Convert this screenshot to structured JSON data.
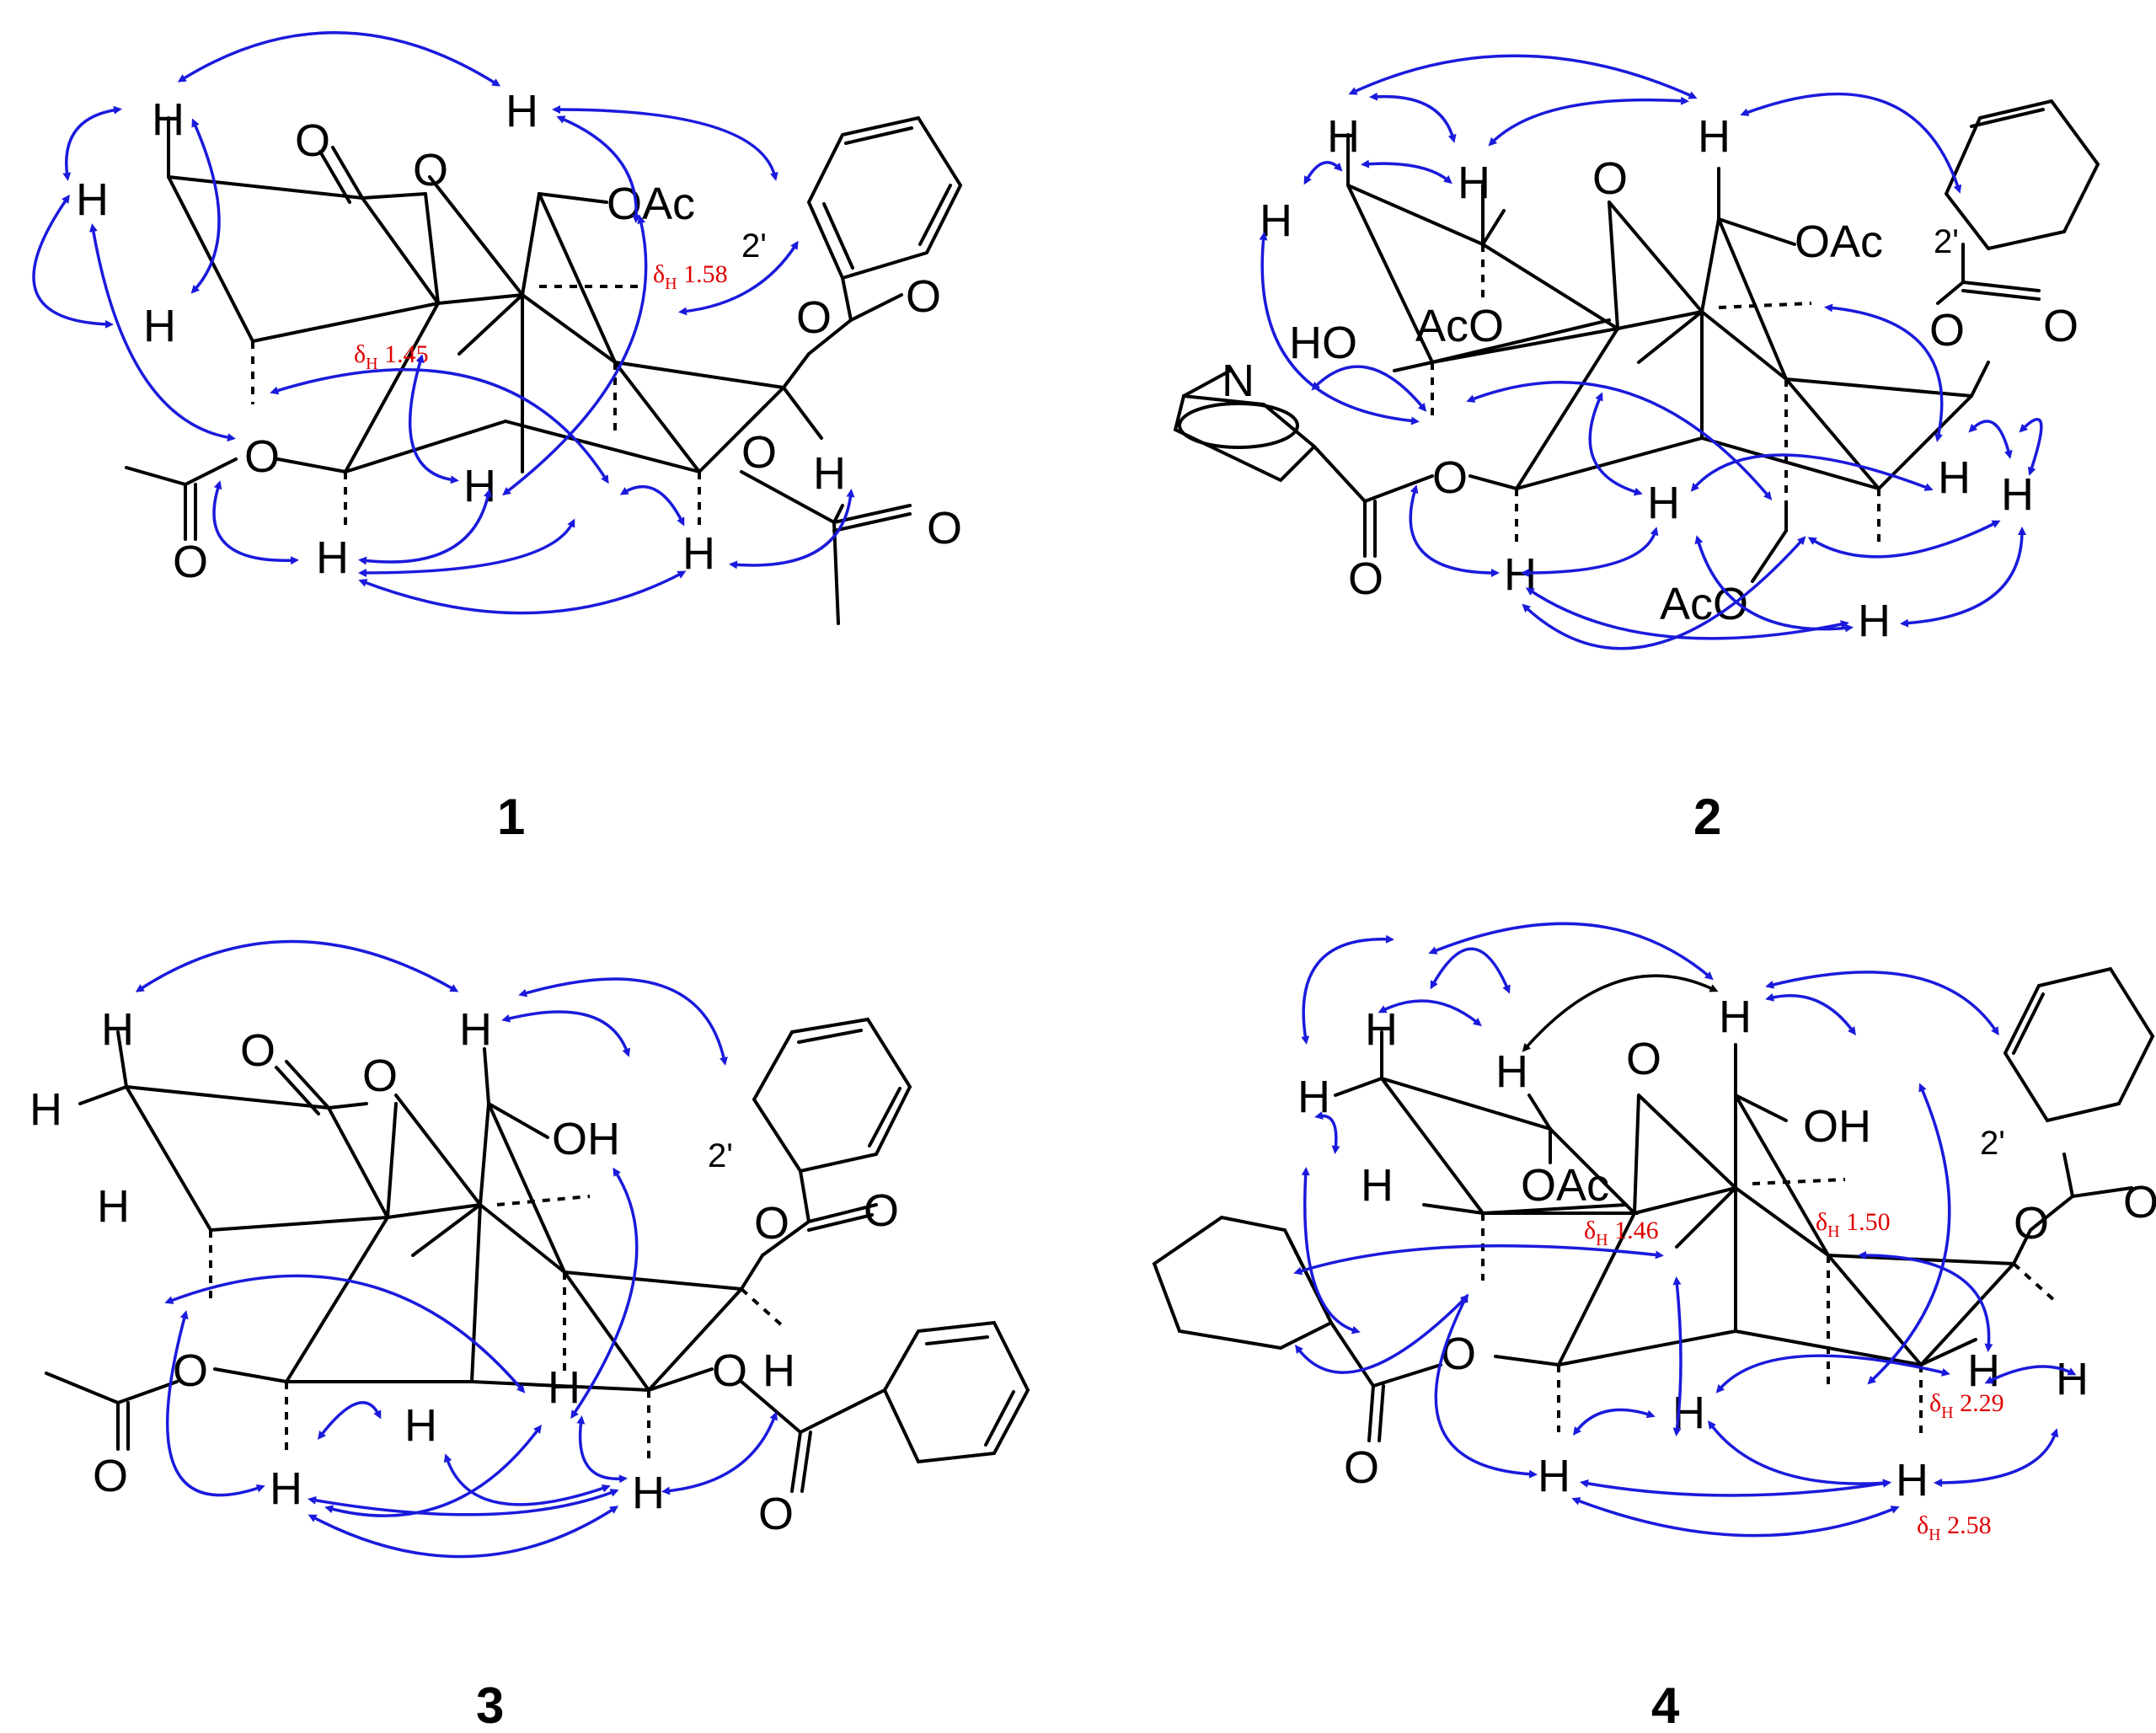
{
  "colors": {
    "noe_arrow": "#1a1adc",
    "noe_arrow_alt": "#000000",
    "shift_label": "#e00000",
    "bond": "#000000"
  },
  "compounds": [
    {
      "number": "1",
      "labels": {
        "oac": "OAc",
        "prime": "2'",
        "o1": "O",
        "o2": "O",
        "o3": "O",
        "o4": "O",
        "o5": "O",
        "o6": "O",
        "o7": "O",
        "o8": "O",
        "h1": "H",
        "h2": "H",
        "h3": "H",
        "h4": "H",
        "h5": "H",
        "h6": "H",
        "h7": "H",
        "h8": "H"
      },
      "shifts": [
        {
          "delta": "δ",
          "sub": "H",
          "value": "1.58"
        },
        {
          "delta": "δ",
          "sub": "H",
          "value": "1.45"
        }
      ]
    },
    {
      "number": "2",
      "labels": {
        "oac": "OAc",
        "oac2": "AcO",
        "oac3": "AcO",
        "ho": "HO",
        "n": "N",
        "prime": "2'",
        "o1": "O",
        "o2": "O",
        "o3": "O",
        "o4": "O",
        "o5": "O",
        "h1": "H",
        "h2": "H",
        "h3": "H",
        "h4": "H",
        "h5": "H",
        "h6": "H",
        "h7": "H",
        "h8": "H",
        "h9": "H"
      },
      "shifts": []
    },
    {
      "number": "3",
      "labels": {
        "oh": "OH",
        "prime": "2'",
        "o1": "O",
        "o2": "O",
        "o3": "O",
        "o4": "O",
        "o5": "O",
        "o6": "O",
        "o7": "O",
        "o8": "O",
        "h1": "H",
        "h2": "H",
        "h3": "H",
        "h4": "H",
        "h5": "H",
        "h6": "H",
        "h7": "H",
        "h8": "H",
        "h9": "H"
      },
      "shifts": []
    },
    {
      "number": "4",
      "labels": {
        "oh": "OH",
        "oac": "OAc",
        "prime": "2'",
        "o1": "O",
        "o2": "O",
        "o3": "O",
        "o4": "O",
        "o5": "O",
        "h1": "H",
        "h2": "H",
        "h3": "H",
        "h4": "H",
        "h5": "H",
        "h6": "H",
        "h7": "H",
        "h8": "H",
        "h9": "H",
        "h10": "H"
      },
      "shifts": [
        {
          "delta": "δ",
          "sub": "H",
          "value": "1.46"
        },
        {
          "delta": "δ",
          "sub": "H",
          "value": "1.50"
        },
        {
          "delta": "δ",
          "sub": "H",
          "value": "2.29"
        },
        {
          "delta": "δ",
          "sub": "H",
          "value": "2.58"
        }
      ]
    }
  ]
}
